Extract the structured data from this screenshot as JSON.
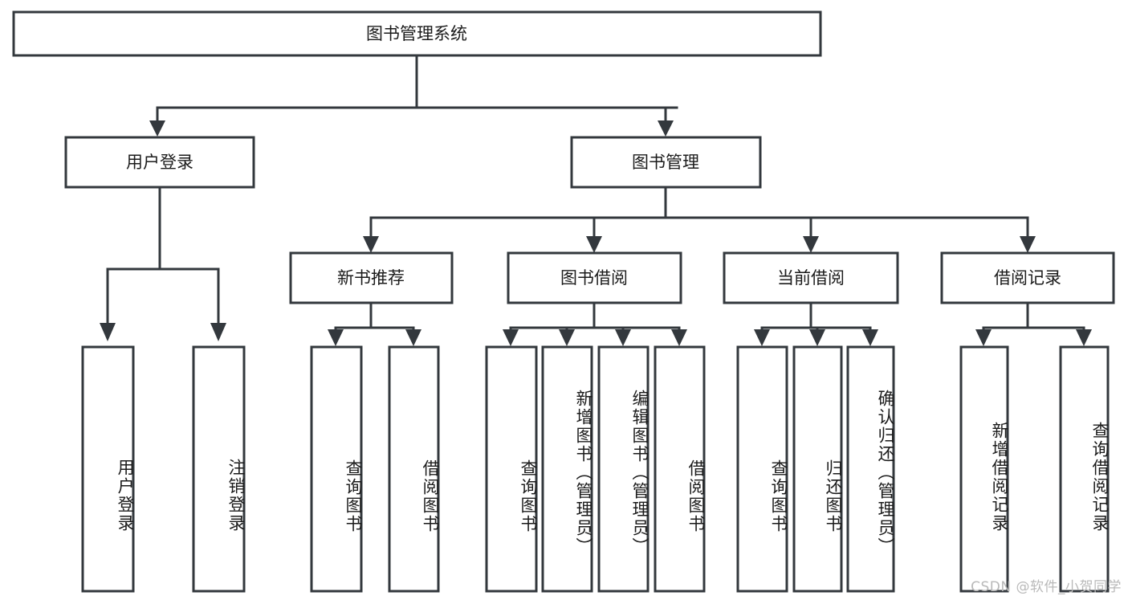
{
  "diagram": {
    "type": "tree-hierarchy-chart",
    "title": "图书管理系统",
    "watermark": "CSDN @软件_小贺同学",
    "colors": {
      "box_stroke": "#33383d",
      "box_fill": "#ffffff",
      "text": "#1b1b1b",
      "background": "#ffffff",
      "watermark": "#b9b9b9"
    },
    "levels": {
      "level1": [
        {
          "id": "root",
          "label": "图书管理系统",
          "orientation": "horizontal"
        }
      ],
      "level2": [
        {
          "id": "user-login",
          "label": "用户登录",
          "orientation": "horizontal"
        },
        {
          "id": "book-manage",
          "label": "图书管理",
          "orientation": "horizontal"
        }
      ],
      "level3": [
        {
          "id": "new-book-recommend",
          "label": "新书推荐",
          "orientation": "horizontal"
        },
        {
          "id": "book-borrow",
          "label": "图书借阅",
          "orientation": "horizontal"
        },
        {
          "id": "current-borrow",
          "label": "当前借阅",
          "orientation": "horizontal"
        },
        {
          "id": "borrow-record",
          "label": "借阅记录",
          "orientation": "horizontal"
        }
      ],
      "level4": [
        {
          "id": "leaf-user-login",
          "label": "用户登录",
          "parent": "user-login",
          "orientation": "vertical"
        },
        {
          "id": "leaf-logout-login",
          "label": "注销登录",
          "parent": "user-login",
          "orientation": "vertical"
        },
        {
          "id": "leaf-query-book-1",
          "label": "查询图书",
          "parent": "new-book-recommend",
          "orientation": "vertical"
        },
        {
          "id": "leaf-borrow-book-1",
          "label": "借阅图书",
          "parent": "new-book-recommend",
          "orientation": "vertical"
        },
        {
          "id": "leaf-query-book-2",
          "label": "查询图书",
          "parent": "book-borrow",
          "orientation": "vertical"
        },
        {
          "id": "leaf-add-book",
          "label": "新增图书（管理员）",
          "parent": "book-borrow",
          "orientation": "vertical"
        },
        {
          "id": "leaf-edit-book",
          "label": "编辑图书（管理员）",
          "parent": "book-borrow",
          "orientation": "vertical"
        },
        {
          "id": "leaf-borrow-book-2",
          "label": "借阅图书",
          "parent": "book-borrow",
          "orientation": "vertical"
        },
        {
          "id": "leaf-query-book-3",
          "label": "查询图书",
          "parent": "current-borrow",
          "orientation": "vertical"
        },
        {
          "id": "leaf-return-book",
          "label": "归还图书",
          "parent": "current-borrow",
          "orientation": "vertical"
        },
        {
          "id": "leaf-confirm-return",
          "label": "确认归还（管理员）",
          "parent": "current-borrow",
          "orientation": "vertical"
        },
        {
          "id": "leaf-add-record",
          "label": "新增借阅记录",
          "parent": "borrow-record",
          "orientation": "vertical"
        },
        {
          "id": "leaf-query-record",
          "label": "查询借阅记录",
          "parent": "borrow-record",
          "orientation": "vertical"
        }
      ]
    }
  }
}
